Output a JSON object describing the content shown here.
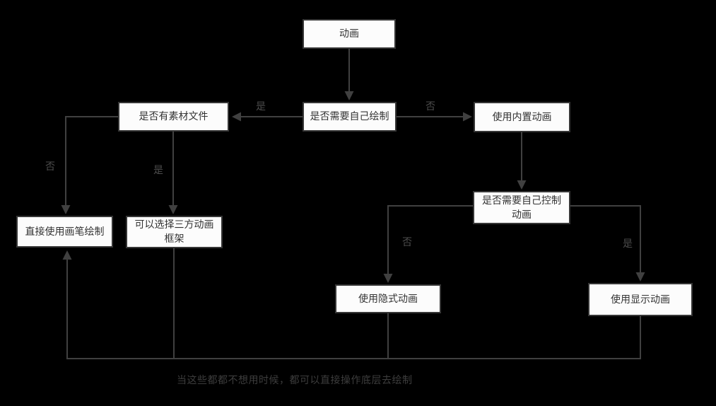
{
  "colors": {
    "background": "#000000",
    "box_fill": "#fcfcfc",
    "box_border": "#363636",
    "box_text": "#333333",
    "line": "#404040",
    "label_text": "#4d4d4d",
    "caption_text": "#3d3d3d"
  },
  "nodes": {
    "animation": {
      "label": "动画"
    },
    "need_self_draw": {
      "label": "是否需要自己绘制"
    },
    "has_material": {
      "label": "是否有素材文件"
    },
    "builtin_animation": {
      "label": "使用内置动画"
    },
    "need_self_control": {
      "label": "是否需要自己控制\n动画"
    },
    "draw_with_brush": {
      "label": "直接使用画笔绘制"
    },
    "third_party_framework": {
      "label": "可以选择三方动画\n框架"
    },
    "implicit_animation": {
      "label": "使用隐式动画"
    },
    "explicit_animation": {
      "label": "使用显示动画"
    }
  },
  "edge_labels": {
    "draw_yes": "是",
    "draw_no": "否",
    "material_no": "否",
    "material_yes": "是",
    "control_no": "否",
    "control_yes": "是"
  },
  "caption": "当这些都都不想用时候，都可以直接操作底层去绘制"
}
